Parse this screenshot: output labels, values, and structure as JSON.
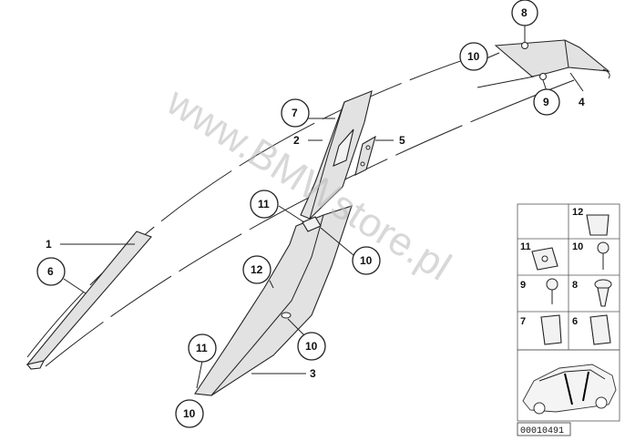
{
  "watermark": "www.BMWstore.pl",
  "document_number": "00010491",
  "callouts": {
    "c1": "1",
    "c2": "2",
    "c3": "3",
    "c4": "4",
    "c5": "5",
    "c6": "6",
    "c7": "7",
    "c8": "8",
    "c9": "9",
    "c10_top": "10",
    "c10_mid": "10",
    "c10_low": "10",
    "c10_bottom": "10",
    "c11_mid": "11",
    "c11_low": "11",
    "c12": "12"
  },
  "legend": {
    "cell_12": "12",
    "cell_11": "11",
    "cell_10": "10",
    "cell_9": "9",
    "cell_8": "8",
    "cell_7": "7",
    "cell_6": "6"
  }
}
